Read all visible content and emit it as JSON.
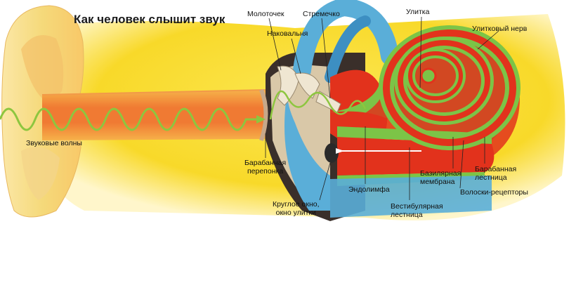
{
  "title": "Как человек слышит звук",
  "labels": {
    "sound_waves": "Звуковые волны",
    "hammer": "Молоточек",
    "anvil": "Наковальня",
    "stirrup": "Стремечко",
    "cochlea": "Улитка",
    "cochlear_nerve": "Улитковый нерв",
    "eardrum_1": "Барабанная",
    "eardrum_2": "перепонка",
    "round_window_1": "Круглое окно,",
    "round_window_2": "окно улитки",
    "endolymph": "Эндолимфа",
    "vestibular_1": "Вестибулярная",
    "vestibular_2": "лестница",
    "basilar_1": "Базилярная",
    "basilar_2": "мембрана",
    "tympanic_1": "Барабанная",
    "tympanic_2": "лестница",
    "hair_receptors": "Волоски-рецепторы"
  },
  "colors": {
    "background_yellow": "#f7d71e",
    "ear_canal": "#f08a3a",
    "bone_blue": "#5aaed8",
    "cochlea_red": "#e2321c",
    "cochlea_green": "#7cc447",
    "sound_wave": "#8dc63f"
  }
}
